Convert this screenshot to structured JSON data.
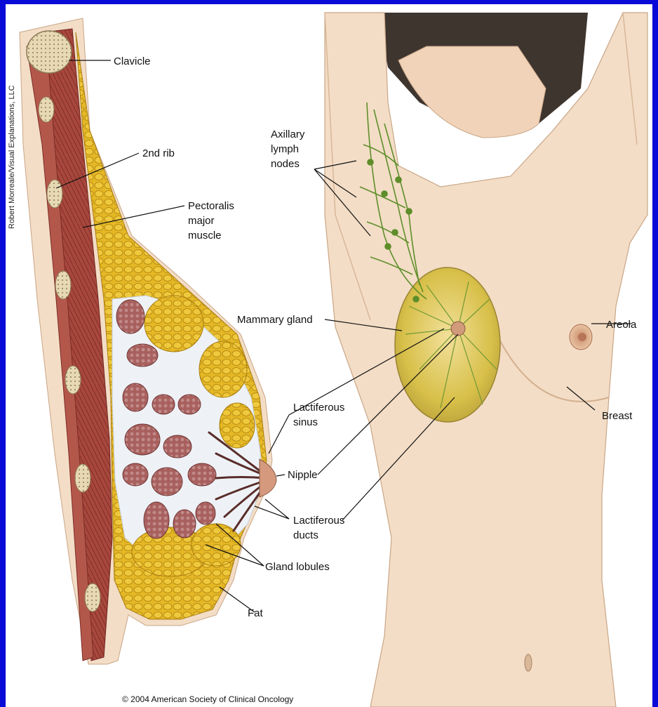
{
  "labels": {
    "clavicle": "Clavicle",
    "rib": "2nd rib",
    "pectoralis_1": "Pectoralis",
    "pectoralis_2": "major",
    "pectoralis_3": "muscle",
    "axillary_1": "Axillary",
    "axillary_2": "lymph",
    "axillary_3": "nodes",
    "mammary_gland": "Mammary gland",
    "areola": "Areola",
    "breast": "Breast",
    "sinus_1": "Lactiferous",
    "sinus_2": "sinus",
    "nipple": "Nipple",
    "ducts_1": "Lactiferous",
    "ducts_2": "ducts",
    "gland_lobules": "Gland lobules",
    "fat": "Fat"
  },
  "credit": "Robert Morreale/Visual Explanations, LLC",
  "copyright": "© 2004 American Society of Clinical Oncology",
  "colors": {
    "frame": "#0a0ad8",
    "skin": "#f3ddc6",
    "fat": "#e4b825",
    "muscle": "#a8473d",
    "lobule": "#9b5b5b",
    "lymph": "#5e8e2a"
  }
}
